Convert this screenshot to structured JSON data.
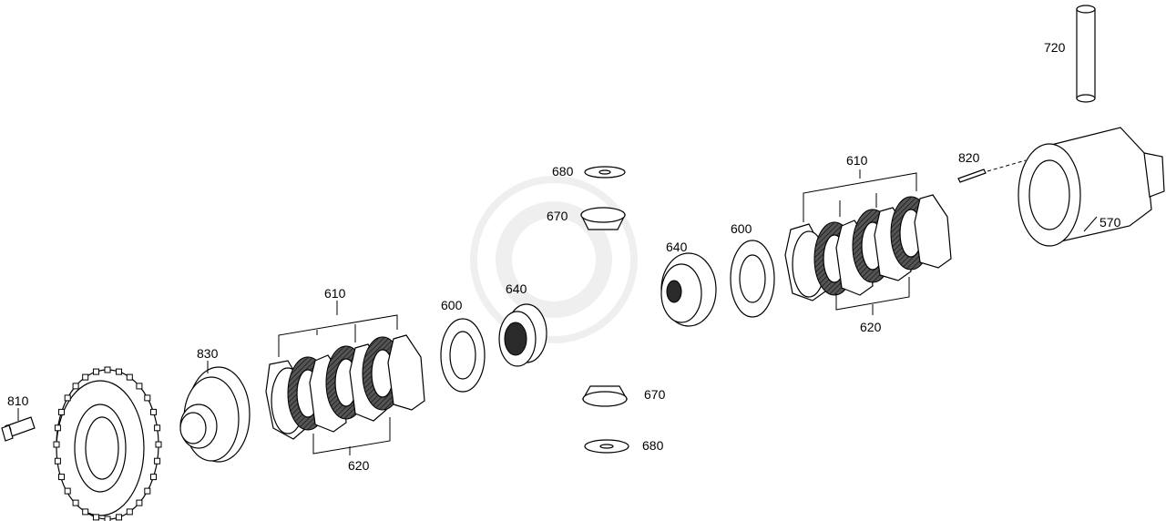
{
  "callouts": {
    "c810": "810",
    "c830": "830",
    "c610_left": "610",
    "c620_left": "620",
    "c600_left": "600",
    "c640_left": "640",
    "c680_top": "680",
    "c670_top": "670",
    "c670_bottom": "670",
    "c680_bottom": "680",
    "c640_right": "640",
    "c600_right": "600",
    "c610_right": "610",
    "c620_right": "620",
    "c820": "820",
    "c570": "570",
    "c720": "720"
  }
}
